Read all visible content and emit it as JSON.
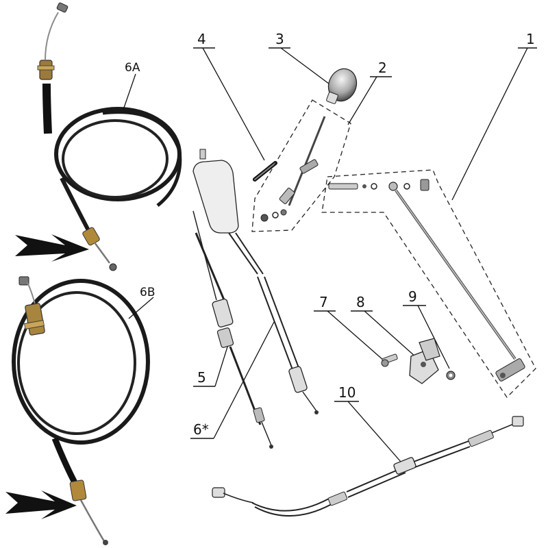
{
  "callouts": {
    "c1": "1",
    "c2": "2",
    "c3": "3",
    "c4": "4",
    "c5": "5",
    "c6": "6*",
    "c7": "7",
    "c8": "8",
    "c9": "9",
    "c10": "10"
  },
  "photos": {
    "p6a": "6A",
    "p6b": "6B"
  },
  "colors": {
    "line": "#111111",
    "cable_photo": "#1a1a1a",
    "brass": "#b08a3a"
  }
}
